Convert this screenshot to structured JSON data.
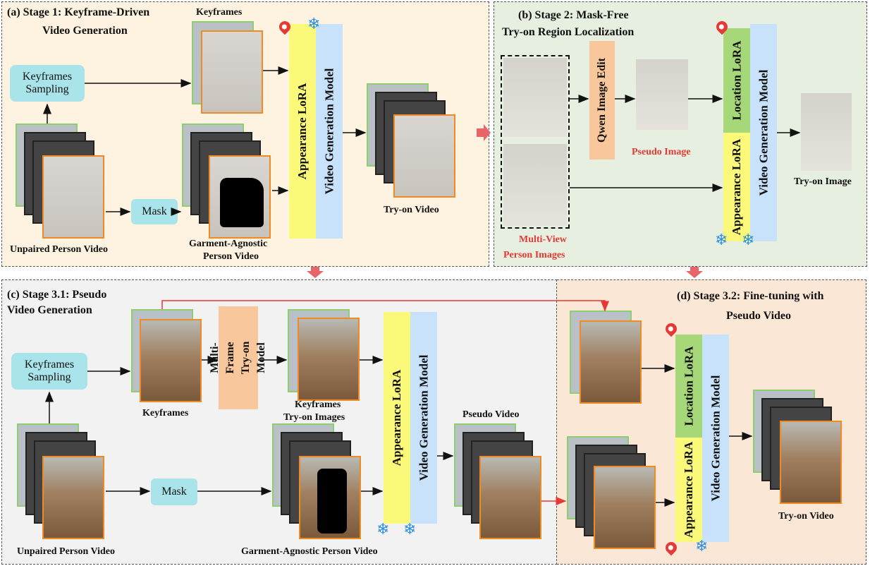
{
  "panels": {
    "a": {
      "title1": "(a) Stage 1: Keyframe-Driven",
      "title2": "Video Generation",
      "bg": "#fdf3e0"
    },
    "b": {
      "title1": "(b) Stage 2: Mask-Free",
      "title2": "Try-on Region Localization",
      "bg": "#e6efe0"
    },
    "c": {
      "title1": "(c) Stage 3.1:  Pseudo",
      "title2": "Video Generation",
      "bg": "#f2f2f2"
    },
    "d": {
      "title1": "(d) Stage 3.2: Fine-tuning with",
      "title2": "Pseudo Video",
      "bg": "#fbe7d6"
    }
  },
  "labels": {
    "a_keyframes": "Keyframes",
    "a_sampling": "Keyframes\nSampling",
    "a_mask": "Mask",
    "a_unpaired": "Unpaired Person Video",
    "a_agnostic1": "Garment-Agnostic",
    "a_agnostic2": "Person Video",
    "a_appearance": "Appearance LoRA",
    "a_vgm": "Video Generation Model",
    "a_tryon": "Try-on Video",
    "b_qwen": "Qwen Image Edit",
    "b_pseudo": "Pseudo  Image",
    "b_multi1": "Multi-View",
    "b_multi2": "Person Images",
    "b_location": "Location LoRA",
    "b_appearance": "Appearance LoRA",
    "b_vgm": "Video Generation Model",
    "b_tryon": "Try-on Image",
    "c_sampling": "Keyframes\nSampling",
    "c_keyframes": "Keyframes",
    "c_multiframe": "Multi-Frame\nTry-on Model",
    "c_kf_tryon1": "Keyframes",
    "c_kf_tryon2": "Try-on Images",
    "c_appearance": "Appearance LoRA",
    "c_vgm": "Video Generation Model",
    "c_pseudo": "Pseudo Video",
    "c_mask": "Mask",
    "c_unpaired": "Unpaired Person Video",
    "c_agnostic": "Garment-Agnostic Person Video",
    "d_location": "Location LoRA",
    "d_appearance": "Appearance LoRA",
    "d_vgm": "Video Generation Model",
    "d_tryon": "Try-on Video"
  },
  "icons": {
    "trainable": "flame-icon",
    "frozen": "snowflake-icon"
  },
  "colors": {
    "accent_red": "#e53935",
    "lora_yellow": "#fbf97a",
    "model_blue": "#c8e2fb",
    "location_green": "#a6d87a",
    "frame_orange": "#f08a24",
    "frame_green": "#8fce6e"
  }
}
